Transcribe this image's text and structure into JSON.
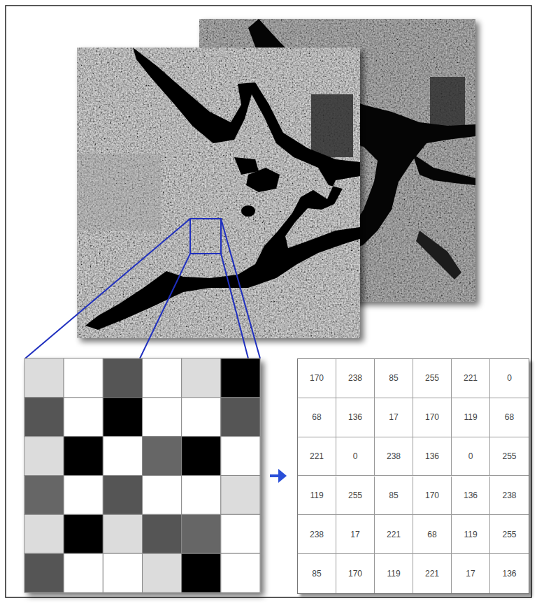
{
  "diagram": {
    "labels": [
      "170",
      "238",
      "85",
      "255",
      "221",
      "0",
      "68",
      "136",
      "17",
      "170",
      "119",
      "68",
      "221",
      "0",
      "238",
      "136",
      "0",
      "255",
      "119",
      "255",
      "85",
      "170",
      "136",
      "238",
      "238",
      "17",
      "221",
      "68",
      "119",
      "255",
      "85",
      "170",
      "119",
      "221",
      "17",
      "136"
    ]
  }
}
